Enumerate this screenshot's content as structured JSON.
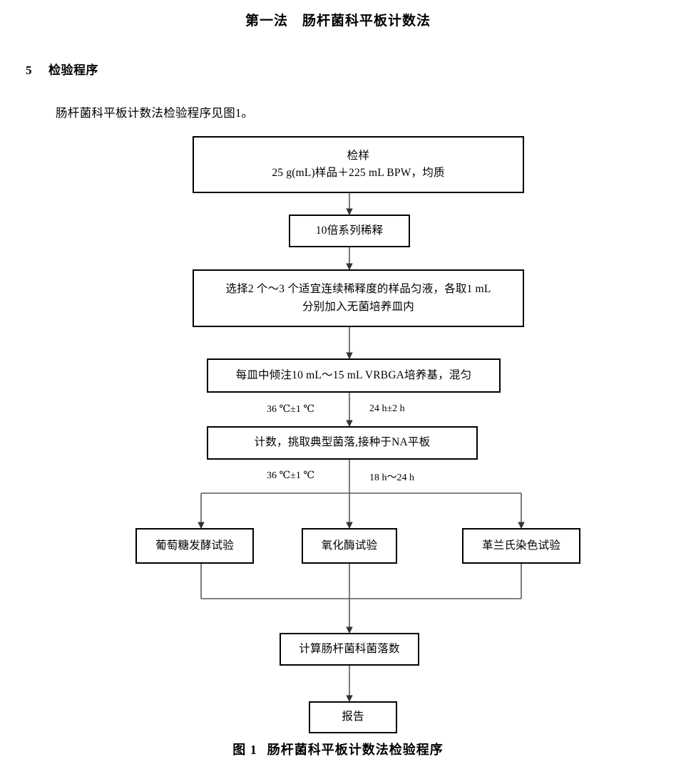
{
  "document": {
    "title": "第一法　肠杆菌科平板计数法",
    "section": {
      "number": "5",
      "heading": "检验程序"
    },
    "paragraph": "肠杆菌科平板计数法检验程序见图1。",
    "figure_caption": {
      "label": "图 1",
      "text": "肠杆菌科平板计数法检验程序"
    }
  },
  "flowchart": {
    "type": "flowchart",
    "orientation": "top-to-bottom",
    "nodes": [
      {
        "id": "sample",
        "lines": [
          "检样",
          "25 g(mL)样品＋225 mL BPW，均质"
        ]
      },
      {
        "id": "dilution",
        "lines": [
          "10倍系列稀释"
        ]
      },
      {
        "id": "plating",
        "lines": [
          "选择2 个～3 个适宜连续稀释度的样品匀液，各取1 mL",
          "分别加入无菌培养皿内"
        ]
      },
      {
        "id": "pour-medium",
        "lines": [
          "每皿中倾注10 mL～15 mL VRBGA培养基，混匀"
        ]
      },
      {
        "id": "count-pick",
        "lines": [
          "计数，挑取典型菌落,接种于NA平板"
        ]
      },
      {
        "id": "glucose-test",
        "lines": [
          "葡萄糖发酵试验"
        ]
      },
      {
        "id": "oxidase-test",
        "lines": [
          "氧化酶试验"
        ]
      },
      {
        "id": "gram-stain-test",
        "lines": [
          "革兰氏染色试验"
        ]
      },
      {
        "id": "calculate",
        "lines": [
          "计算肠杆菌科菌落数"
        ]
      },
      {
        "id": "report",
        "lines": [
          "报告"
        ]
      }
    ],
    "edge_labels": [
      {
        "id": "temp-1",
        "text": "36 ℃±1 ℃"
      },
      {
        "id": "time-1",
        "text": "24 h±2 h"
      },
      {
        "id": "temp-2",
        "text": "36 ℃±1 ℃"
      },
      {
        "id": "time-2",
        "text": "18 h～24 h"
      }
    ],
    "colors": {
      "box_border": "#000000",
      "connector": "#5a5a5a",
      "text": "#000000",
      "background": "#ffffff"
    }
  }
}
